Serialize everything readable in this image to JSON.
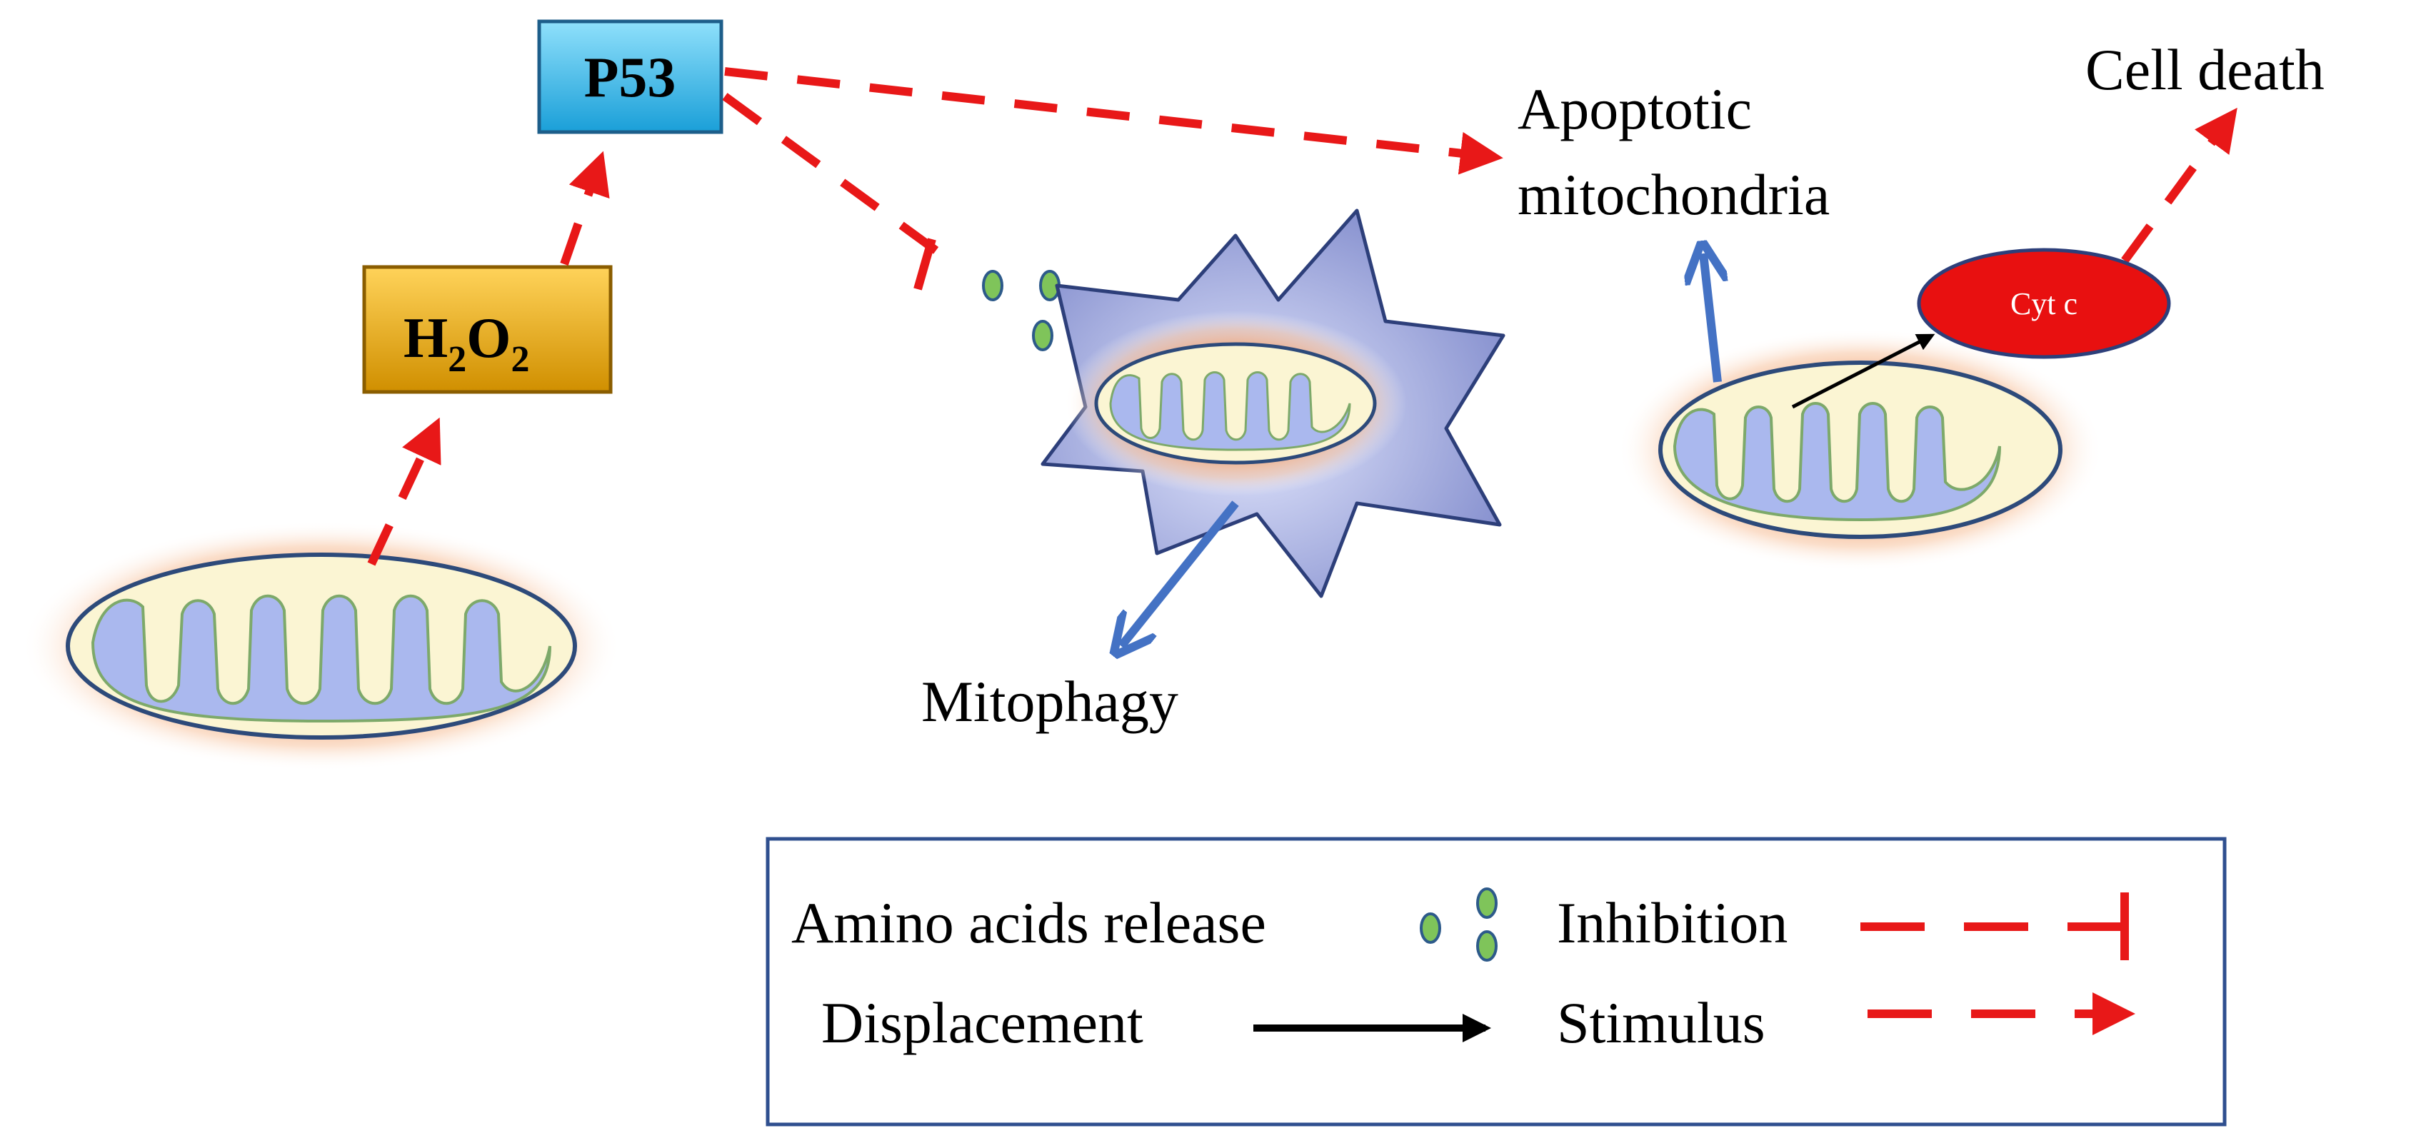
{
  "nodes": {
    "p53": "P53",
    "h2o2_base_h": "H",
    "h2o2_sub_2a": "2",
    "h2o2_base_o": "O",
    "h2o2_sub_2b": "2",
    "cyt_c": "Cyt c",
    "apoptotic_line1": "Apoptotic",
    "apoptotic_line2": "mitochondria",
    "cell_death": "Cell death",
    "mitophagy": "Mitophagy"
  },
  "legend": {
    "amino_acids": "Amino acids release",
    "inhibition": "Inhibition",
    "displacement": "Displacement",
    "stimulus": "Stimulus"
  },
  "colors": {
    "stimulus": "#e81818",
    "mitophagy_arrow": "#4472c4",
    "p53_box": "#1fb4e8",
    "h2o2_box": "#e3a300",
    "cyt_c": "#e81010",
    "legend_border": "#2f4f8f",
    "amino_acid_dot": "#7fc45a"
  }
}
